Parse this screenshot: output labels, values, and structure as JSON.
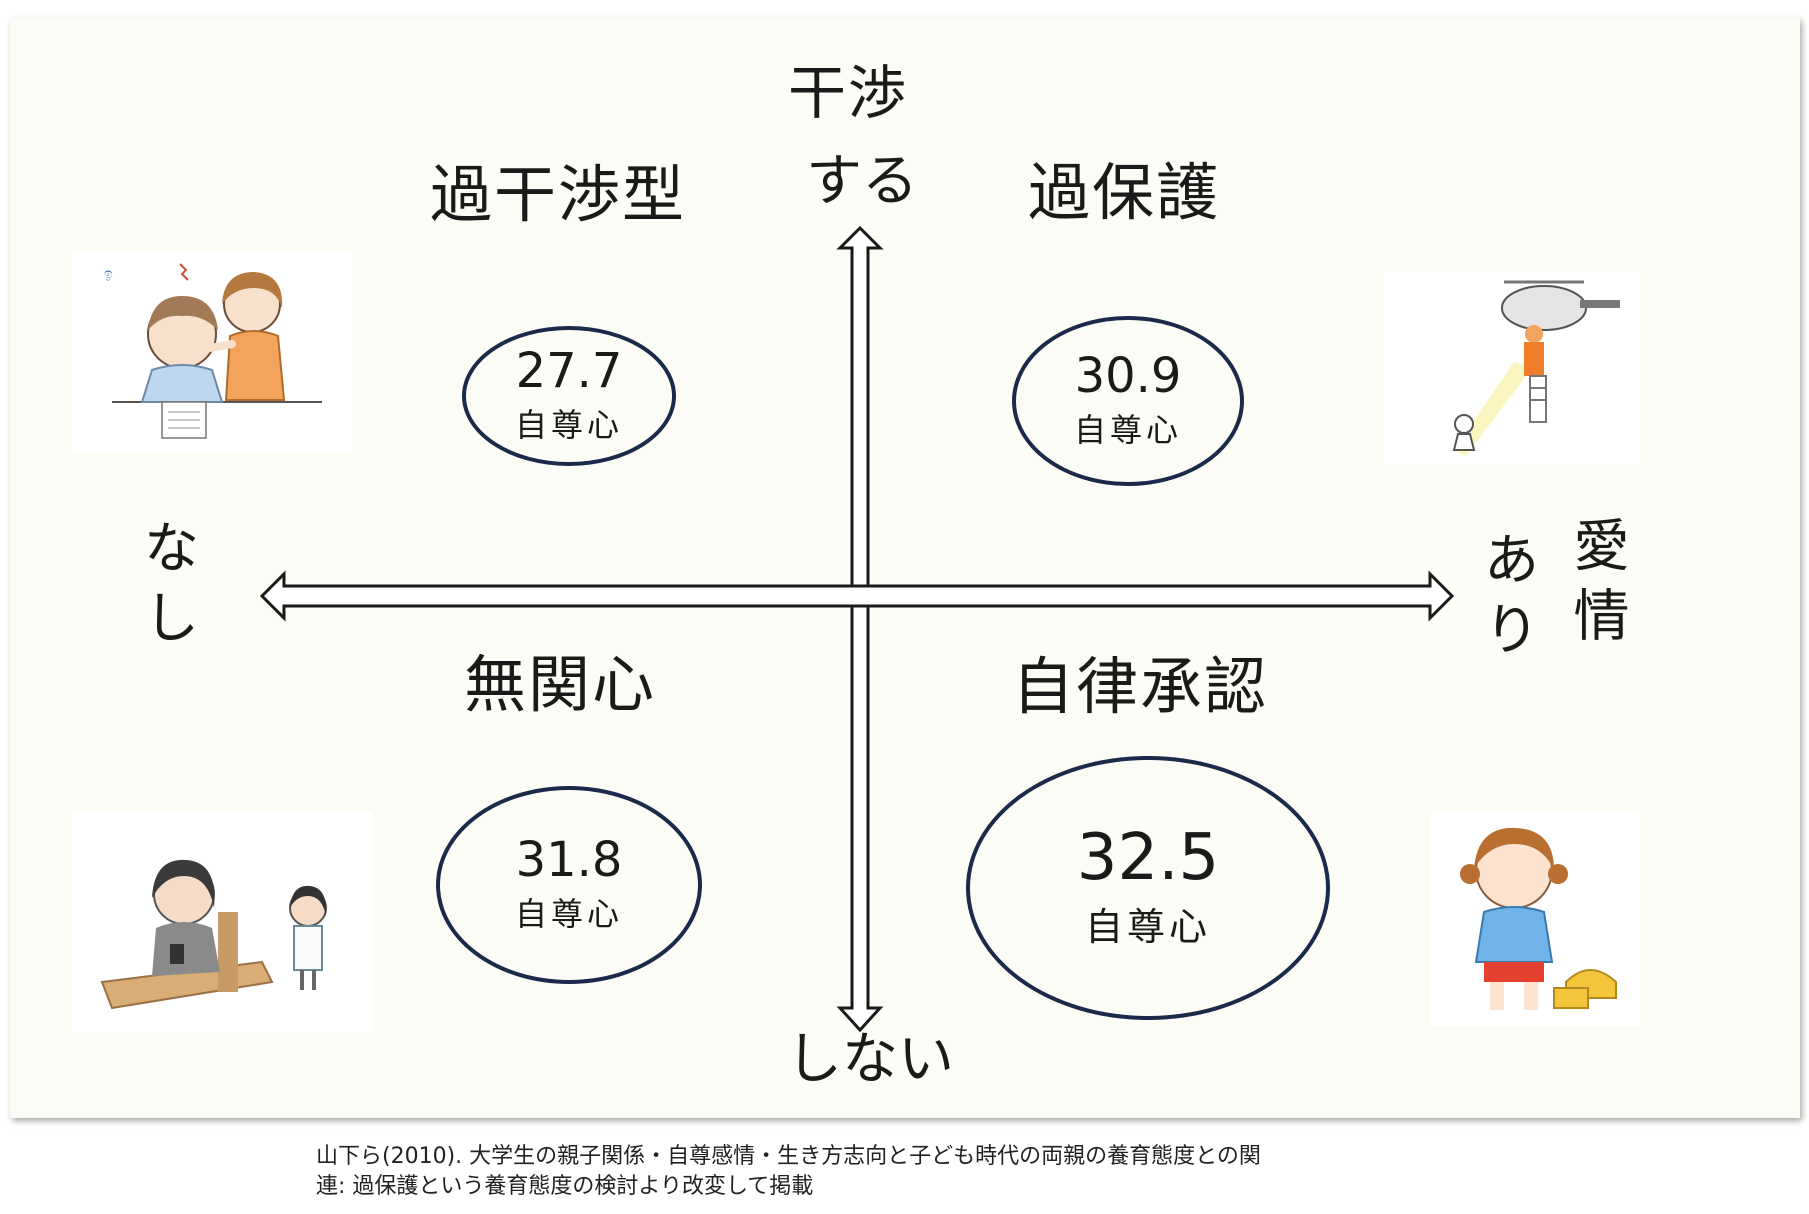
{
  "axes": {
    "vertical_title": "干渉",
    "vertical_top": "する",
    "vertical_bottom": "しない",
    "horizontal_title": "愛情",
    "horizontal_left": "なし",
    "horizontal_right": "あり"
  },
  "quadrants": {
    "top_left": {
      "title": "過干渉型",
      "value": "27.7",
      "label": "自尊心"
    },
    "top_right": {
      "title": "過保護",
      "value": "30.9",
      "label": "自尊心"
    },
    "bottom_left": {
      "title": "無関心",
      "value": "31.8",
      "label": "自尊心"
    },
    "bottom_right": {
      "title": "自律承認",
      "value": "32.5",
      "label": "自尊心"
    }
  },
  "source": {
    "line1": "山下ら(2010). 大学生の親子関係・自尊感情・生き方志向と子ども時代の両親の養育態度との関",
    "line2": "連: 過保護という養育態度の検討より改変して掲載"
  }
}
